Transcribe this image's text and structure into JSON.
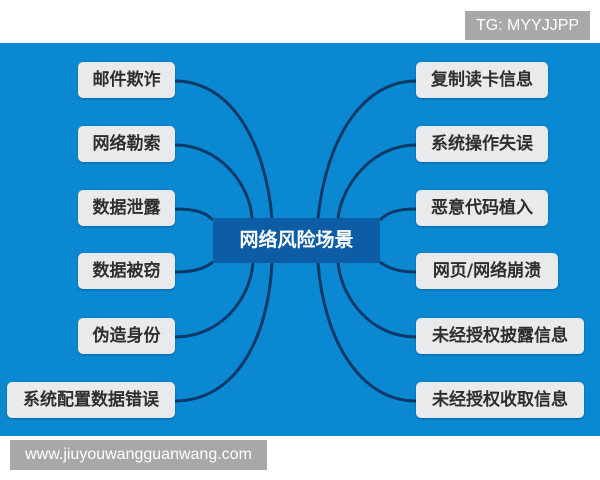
{
  "header": {
    "badge_text": "TG: MYYJJPP"
  },
  "diagram": {
    "center": "网络风险场景",
    "left_nodes": [
      {
        "label": "邮件欺诈"
      },
      {
        "label": "网络勒索"
      },
      {
        "label": "数据泄露"
      },
      {
        "label": "数据被窃"
      },
      {
        "label": "伪造身份"
      },
      {
        "label": "系统配置数据错误"
      }
    ],
    "right_nodes": [
      {
        "label": "复制读卡信息"
      },
      {
        "label": "系统操作失误"
      },
      {
        "label": "恶意代码植入"
      },
      {
        "label": "网页/网络崩溃"
      },
      {
        "label": "未经授权披露信息"
      },
      {
        "label": "未经授权收取信息"
      }
    ],
    "colors": {
      "background": "#0a88d2",
      "center_box": "#0d5ca6",
      "node_fill": "#e9eaec",
      "connector": "#0b3a66"
    }
  },
  "footer": {
    "watermark": "www.jiuyouwangguanwang.com"
  }
}
